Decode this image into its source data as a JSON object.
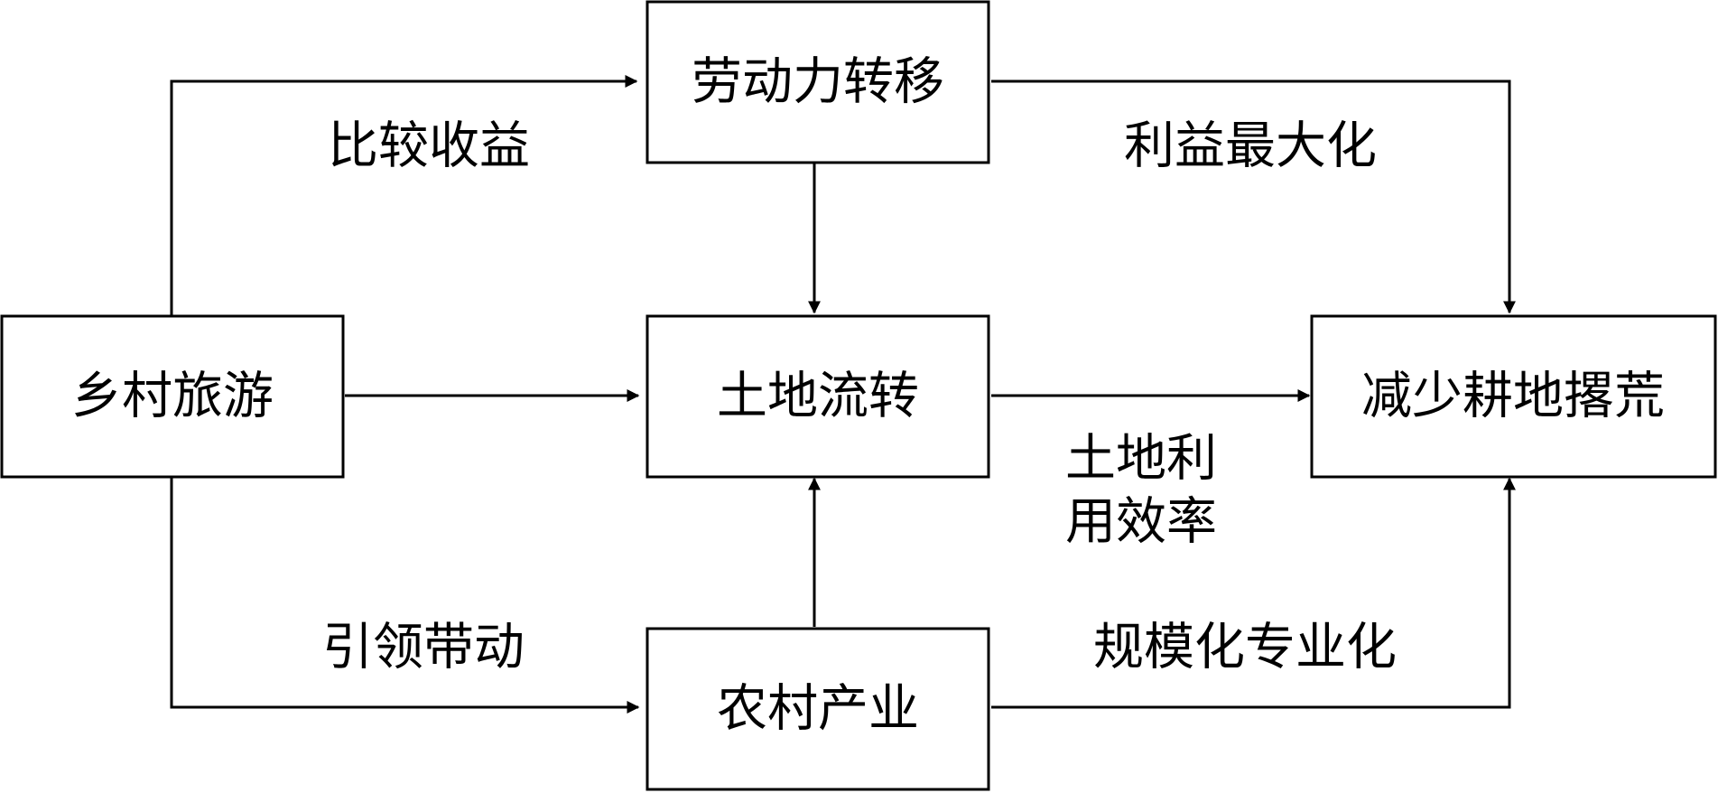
{
  "nodes": {
    "rural_tourism": "乡村旅游",
    "labor_transfer": "劳动力转移",
    "land_transfer": "土地流转",
    "rural_industry": "农村产业",
    "reduce_abandonment": "减少耕地撂荒"
  },
  "edge_labels": {
    "comparative_benefit": "比较收益",
    "leading_driving": "引领带动",
    "profit_maximization": "利益最大化",
    "land_use_efficiency_line1": "土地利",
    "land_use_efficiency_line2": "用效率",
    "scale_specialization": "规模化专业化"
  },
  "colors": {
    "stroke": "#000000",
    "background": "#ffffff",
    "text": "#000000"
  }
}
